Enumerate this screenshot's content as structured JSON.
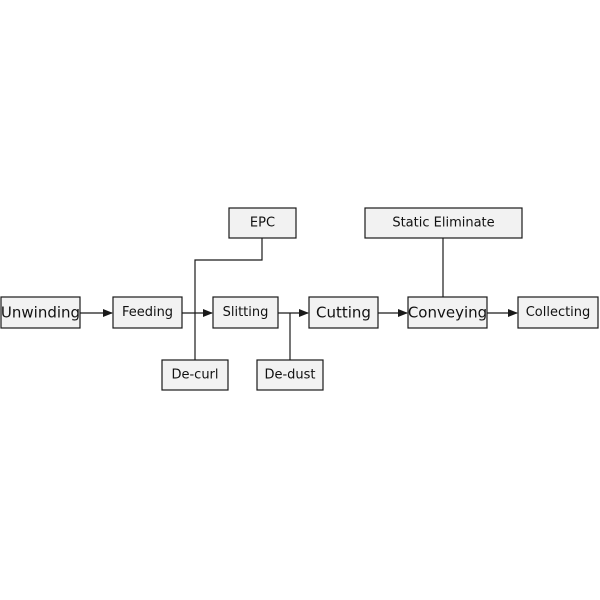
{
  "nodes": {
    "unwinding": "Unwinding",
    "feeding": "Feeding",
    "slitting": "Slitting",
    "cutting": "Cutting",
    "conveying": "Conveying",
    "collecting": "Collecting",
    "epc": "EPC",
    "static_eliminate": "Static Eliminate",
    "de_curl": "De-curl",
    "de_dust": "De-dust"
  }
}
